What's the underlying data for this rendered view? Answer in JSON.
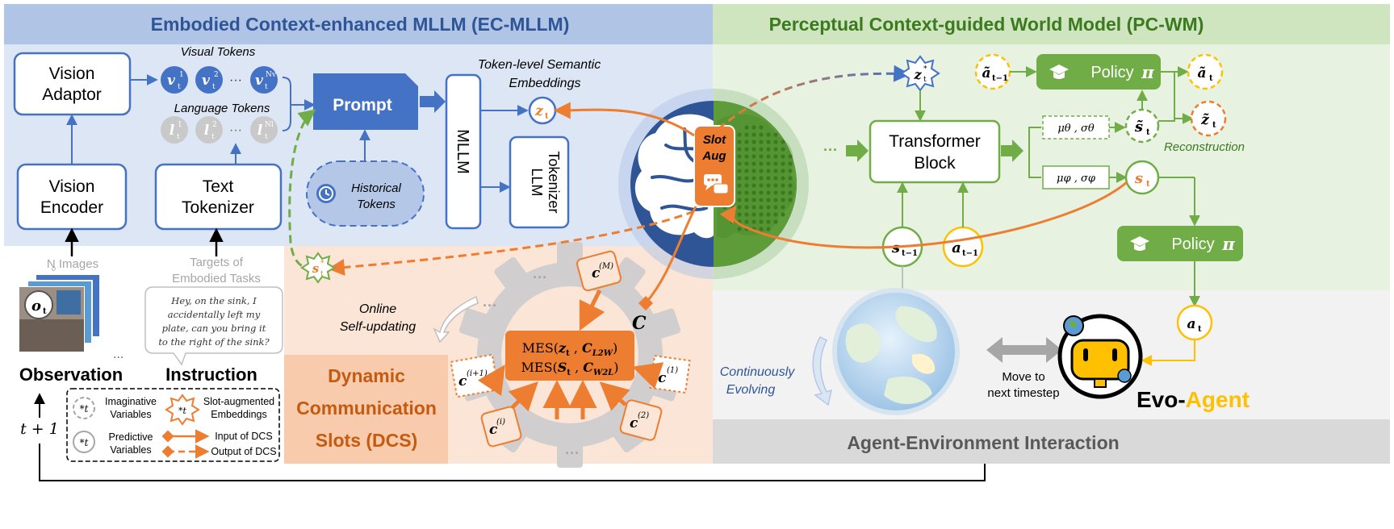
{
  "titles": {
    "ec_mllm": "Embodied Context-enhanced MLLM (EC-MLLM)",
    "pc_wm": "Perceptual Context-guided World Model (PC-WM)",
    "dcs": [
      "Dynamic",
      "Communication",
      "Slots (DCS)"
    ],
    "aei": "Agent-Environment Interaction"
  },
  "ec_mllm": {
    "vision_adaptor": [
      "Vision",
      "Adaptor"
    ],
    "vision_encoder": [
      "Vision",
      "Encoder"
    ],
    "text_tokenizer": [
      "Text",
      "Tokenizer"
    ],
    "visual_tokens_label": "Visual Tokens",
    "language_tokens_label": "Language Tokens",
    "ellipsis": "···",
    "visual_tokens": [
      {
        "base": "v",
        "sub": "t",
        "sup": "1"
      },
      {
        "base": "v",
        "sub": "t",
        "sup": "2"
      },
      {
        "base": "v",
        "sub": "t",
        "sup": "Nv"
      }
    ],
    "language_tokens": [
      {
        "base": "l",
        "sub": "t",
        "sup": "1"
      },
      {
        "base": "l",
        "sub": "t",
        "sup": "2"
      },
      {
        "base": "l",
        "sub": "t",
        "sup": "Nl"
      }
    ],
    "prompt": "Prompt",
    "historical_tokens": [
      "Historical",
      "Tokens"
    ],
    "mllm": "MLLM",
    "llm_tokenizer": [
      "LLM",
      "Tokenizer"
    ],
    "token_semantic_label": [
      "Token-level Semantic",
      "Embeddings"
    ],
    "z_t": {
      "base": "z",
      "sub": "t"
    },
    "slot_aug": [
      "Slot",
      "Aug"
    ]
  },
  "observation": {
    "images_label": "N  Images",
    "images_sub": "o",
    "o_t": {
      "base": "o",
      "sub": "t"
    },
    "targets_label": [
      "Targets of",
      "Embodied Tasks"
    ],
    "instruction_text": [
      "Hey, on the sink, I",
      "accidentally left my",
      "plate, can you bring it",
      "to the right of the sink?"
    ],
    "observation_label": "Observation",
    "instruction_label": "Instruction",
    "t_plus_1": "t + 1",
    "dots": "..."
  },
  "legend": {
    "imaginative": [
      "Imaginative",
      "Variables"
    ],
    "predictive": [
      "Predictive",
      "Variables"
    ],
    "slot_augmented": [
      "Slot-augmented",
      "Embeddings"
    ],
    "input_dcs": "Input of DCS",
    "output_dcs": "Output of DCS",
    "star_t": "*t"
  },
  "dcs": {
    "online": [
      "Online",
      "Self-updating"
    ],
    "c_big": "C",
    "mes1": {
      "pre": "MES(",
      "a": "z",
      "a_sub": "t",
      "mid": " , ",
      "b": "C",
      "b_sub": "L2W",
      "post": ")"
    },
    "mes2": {
      "pre": "MES(",
      "a": "S",
      "a_sub": "t",
      "mid": " , ",
      "b": "C",
      "b_sub": "W2L",
      "post": ")"
    },
    "slots": [
      {
        "sup": "(M)"
      },
      {
        "sup": "(i+1)"
      },
      {
        "sup": "(1)"
      },
      {
        "sup": "(i)"
      },
      {
        "sup": "(2)"
      }
    ],
    "s_star": {
      "base": "s",
      "sub": "t",
      "sup": "*"
    }
  },
  "pc_wm": {
    "z_star": {
      "base": "z",
      "sub": "t",
      "sup": "*"
    },
    "a_tilde_prev": {
      "base": "ã",
      "sub": "t−1"
    },
    "policy": "Policy",
    "pi": "π",
    "a_tilde": {
      "base": "ã",
      "sub": "t"
    },
    "s_tilde": {
      "base": "s̃",
      "sub": "t"
    },
    "z_tilde": {
      "base": "z̃",
      "sub": "t"
    },
    "mu_theta": "μθ , σθ",
    "mu_phi": "μφ , σφ",
    "transformer": [
      "Transformer",
      "Block"
    ],
    "reconstruction": "Reconstruction",
    "s_t": {
      "base": "s",
      "sub": "t"
    },
    "s_prev": {
      "base": "s",
      "sub": "t−1"
    },
    "a_prev": {
      "base": "a",
      "sub": "t−1"
    },
    "a_t": {
      "base": "a",
      "sub": "t"
    },
    "dots": "···"
  },
  "aei": {
    "continuously": [
      "Continuously",
      "Evolving"
    ],
    "move": [
      "Move to",
      "next timestep"
    ],
    "evo": "Evo-",
    "agent": "Agent"
  },
  "colors": {
    "blue_bg": "#dde6f5",
    "blue_title": "#b0c4e6",
    "blue_dark": "#2f5597",
    "blue_box": "#4472c4",
    "green_bg": "#e8f2e0",
    "green_title": "#cfe5bf",
    "green_dark": "#3b7a1f",
    "green_box": "#70ad47",
    "orange": "#ed7d31",
    "orange_bg": "#fbe5d6",
    "orange_dark": "#c55a11",
    "gold": "#ffc000",
    "gray": "#a6a6a6"
  }
}
